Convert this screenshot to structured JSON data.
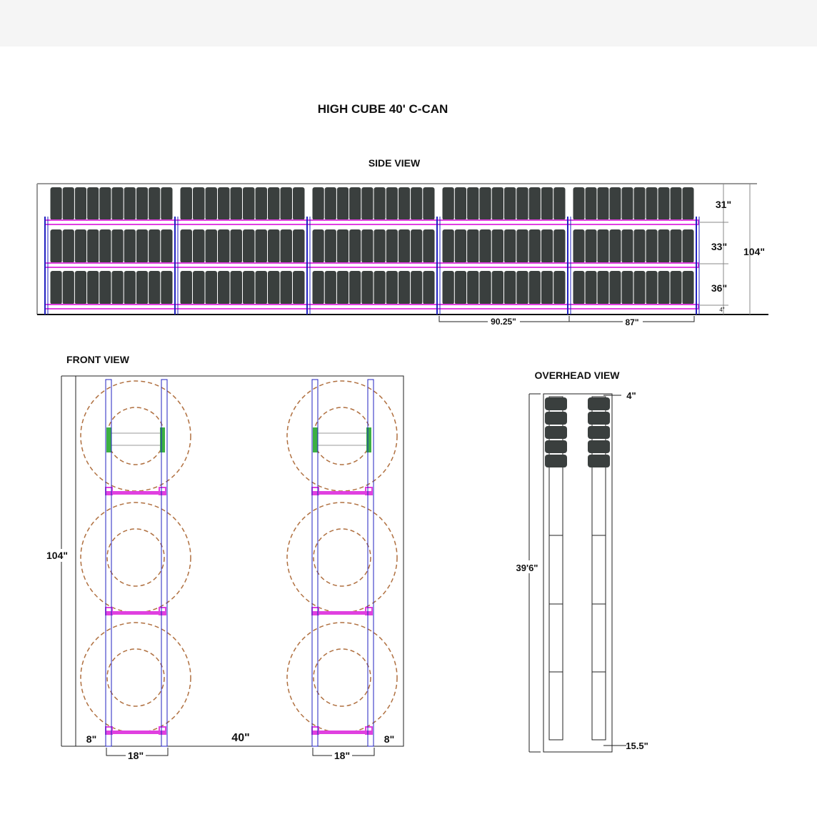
{
  "title": "HIGH CUBE 40' C-CAN",
  "side_view": {
    "label": "SIDE VIEW",
    "dims": {
      "top": "31\"",
      "middle": "33\"",
      "bottom": "36\"",
      "base": "4\"",
      "total": "104\"",
      "bay_outer": "90.25\"",
      "bay_inner": "87\""
    },
    "bays": 5,
    "levels": 3
  },
  "front_view": {
    "label": "FRONT VIEW",
    "dims": {
      "height": "104\"",
      "left_gap": "8\"",
      "center_gap": "40\"",
      "right_gap": "8\"",
      "rack_depth_left": "18\"",
      "rack_depth_right": "18\""
    }
  },
  "overhead_view": {
    "label": "OVERHEAD VIEW",
    "dims": {
      "wall": "4\"",
      "length": "39'6\"",
      "end": "15.5\""
    }
  },
  "colors": {
    "shelf": "#e040e0",
    "upright": "#2020c0",
    "tire": "#3a3f3e",
    "tire_outline": "#b07040",
    "bracket": "#3cb043"
  }
}
